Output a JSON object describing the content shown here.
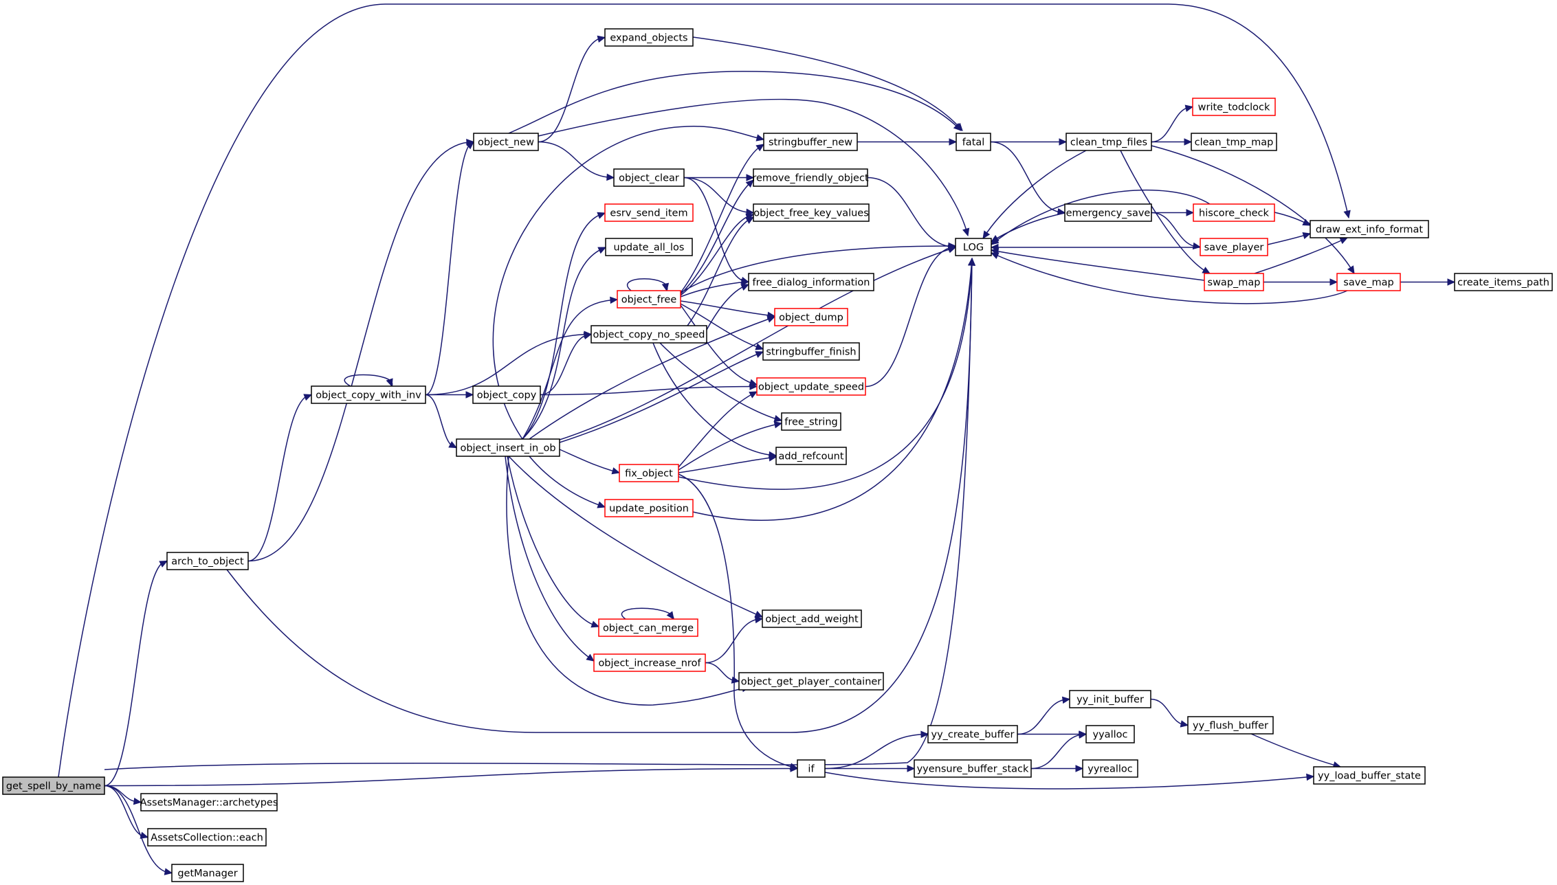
{
  "graph": {
    "colors": {
      "edge": "#191970",
      "highlight_border": "#ff0000",
      "root_fill": "#bfbfbf"
    },
    "nodes": [
      {
        "id": "get_spell_by_name",
        "label": "get_spell_by_name",
        "root": true
      },
      {
        "id": "arch_to_object",
        "label": "arch_to_object"
      },
      {
        "id": "assets_archetypes",
        "label": "AssetsManager::archetypes"
      },
      {
        "id": "assets_each",
        "label": "AssetsCollection::each"
      },
      {
        "id": "getManager",
        "label": "getManager"
      },
      {
        "id": "object_copy_with_inv",
        "label": "object_copy_with_inv"
      },
      {
        "id": "object_new",
        "label": "object_new"
      },
      {
        "id": "object_copy",
        "label": "object_copy"
      },
      {
        "id": "object_insert_in_ob",
        "label": "object_insert_in_ob"
      },
      {
        "id": "expand_objects",
        "label": "expand_objects"
      },
      {
        "id": "object_clear",
        "label": "object_clear"
      },
      {
        "id": "esrv_send_item",
        "label": "esrv_send_item",
        "highlight": true
      },
      {
        "id": "update_all_los",
        "label": "update_all_los"
      },
      {
        "id": "object_free",
        "label": "object_free",
        "highlight": true
      },
      {
        "id": "object_copy_no_speed",
        "label": "object_copy_no_speed"
      },
      {
        "id": "fix_object",
        "label": "fix_object",
        "highlight": true
      },
      {
        "id": "update_position",
        "label": "update_position",
        "highlight": true
      },
      {
        "id": "object_can_merge",
        "label": "object_can_merge",
        "highlight": true
      },
      {
        "id": "object_increase_nrof",
        "label": "object_increase_nrof",
        "highlight": true
      },
      {
        "id": "stringbuffer_new",
        "label": "stringbuffer_new"
      },
      {
        "id": "remove_friendly_object",
        "label": "remove_friendly_object"
      },
      {
        "id": "object_free_key_values",
        "label": "object_free_key_values"
      },
      {
        "id": "free_dialog_information",
        "label": "free_dialog_information"
      },
      {
        "id": "object_dump",
        "label": "object_dump",
        "highlight": true
      },
      {
        "id": "stringbuffer_finish",
        "label": "stringbuffer_finish"
      },
      {
        "id": "object_update_speed",
        "label": "object_update_speed",
        "highlight": true
      },
      {
        "id": "free_string",
        "label": "free_string"
      },
      {
        "id": "add_refcount",
        "label": "add_refcount"
      },
      {
        "id": "object_add_weight",
        "label": "object_add_weight"
      },
      {
        "id": "object_get_player_container",
        "label": "object_get_player_container"
      },
      {
        "id": "if",
        "label": "if"
      },
      {
        "id": "fatal",
        "label": "fatal"
      },
      {
        "id": "LOG",
        "label": "LOG"
      },
      {
        "id": "clean_tmp_files",
        "label": "clean_tmp_files"
      },
      {
        "id": "emergency_save",
        "label": "emergency_save"
      },
      {
        "id": "write_todclock",
        "label": "write_todclock",
        "highlight": true
      },
      {
        "id": "clean_tmp_map",
        "label": "clean_tmp_map"
      },
      {
        "id": "hiscore_check",
        "label": "hiscore_check",
        "highlight": true
      },
      {
        "id": "save_player",
        "label": "save_player",
        "highlight": true
      },
      {
        "id": "swap_map",
        "label": "swap_map",
        "highlight": true
      },
      {
        "id": "draw_ext_info_format",
        "label": "draw_ext_info_format"
      },
      {
        "id": "save_map",
        "label": "save_map",
        "highlight": true
      },
      {
        "id": "create_items_path",
        "label": "create_items_path"
      },
      {
        "id": "yy_create_buffer",
        "label": "yy_create_buffer"
      },
      {
        "id": "yyensure_buffer_stack",
        "label": "yyensure_buffer_stack"
      },
      {
        "id": "yy_init_buffer",
        "label": "yy_init_buffer"
      },
      {
        "id": "yyalloc",
        "label": "yyalloc"
      },
      {
        "id": "yyrealloc",
        "label": "yyrealloc"
      },
      {
        "id": "yy_flush_buffer",
        "label": "yy_flush_buffer"
      },
      {
        "id": "yy_load_buffer_state",
        "label": "yy_load_buffer_state"
      }
    ],
    "edges": [
      [
        "get_spell_by_name",
        "arch_to_object"
      ],
      [
        "get_spell_by_name",
        "draw_ext_info_format"
      ],
      [
        "get_spell_by_name",
        "LOG"
      ],
      [
        "get_spell_by_name",
        "if"
      ],
      [
        "get_spell_by_name",
        "assets_archetypes"
      ],
      [
        "get_spell_by_name",
        "assets_each"
      ],
      [
        "get_spell_by_name",
        "getManager"
      ],
      [
        "arch_to_object",
        "object_new"
      ],
      [
        "arch_to_object",
        "object_copy_with_inv"
      ],
      [
        "arch_to_object",
        "LOG"
      ],
      [
        "object_copy_with_inv",
        "object_copy_with_inv"
      ],
      [
        "object_copy_with_inv",
        "object_new"
      ],
      [
        "object_copy_with_inv",
        "object_copy_no_speed"
      ],
      [
        "object_copy_with_inv",
        "object_copy"
      ],
      [
        "object_copy_with_inv",
        "object_insert_in_ob"
      ],
      [
        "object_new",
        "expand_objects"
      ],
      [
        "object_new",
        "fatal"
      ],
      [
        "object_new",
        "LOG"
      ],
      [
        "object_new",
        "object_clear"
      ],
      [
        "expand_objects",
        "fatal"
      ],
      [
        "object_clear",
        "remove_friendly_object"
      ],
      [
        "object_clear",
        "object_free_key_values"
      ],
      [
        "object_clear",
        "free_dialog_information"
      ],
      [
        "object_copy",
        "object_copy_no_speed"
      ],
      [
        "object_copy",
        "object_update_speed"
      ],
      [
        "object_insert_in_ob",
        "stringbuffer_new"
      ],
      [
        "object_insert_in_ob",
        "esrv_send_item"
      ],
      [
        "object_insert_in_ob",
        "update_all_los"
      ],
      [
        "object_insert_in_ob",
        "object_free"
      ],
      [
        "object_insert_in_ob",
        "object_dump"
      ],
      [
        "object_insert_in_ob",
        "stringbuffer_finish"
      ],
      [
        "object_insert_in_ob",
        "LOG"
      ],
      [
        "object_insert_in_ob",
        "fix_object"
      ],
      [
        "object_insert_in_ob",
        "update_position"
      ],
      [
        "object_insert_in_ob",
        "object_can_merge"
      ],
      [
        "object_insert_in_ob",
        "object_add_weight"
      ],
      [
        "object_insert_in_ob",
        "object_increase_nrof"
      ],
      [
        "object_insert_in_ob",
        "object_get_player_container"
      ],
      [
        "object_free",
        "object_free"
      ],
      [
        "object_free",
        "remove_friendly_object"
      ],
      [
        "object_free",
        "object_free_key_values"
      ],
      [
        "object_free",
        "free_dialog_information"
      ],
      [
        "object_free",
        "object_dump"
      ],
      [
        "object_free",
        "stringbuffer_finish"
      ],
      [
        "object_free",
        "object_update_speed"
      ],
      [
        "object_free",
        "LOG"
      ],
      [
        "object_free",
        "stringbuffer_new"
      ],
      [
        "object_copy_no_speed",
        "object_free_key_values"
      ],
      [
        "object_copy_no_speed",
        "free_string"
      ],
      [
        "object_copy_no_speed",
        "add_refcount"
      ],
      [
        "object_copy_no_speed",
        "free_dialog_information"
      ],
      [
        "fix_object",
        "object_update_speed"
      ],
      [
        "fix_object",
        "free_string"
      ],
      [
        "fix_object",
        "add_refcount"
      ],
      [
        "fix_object",
        "LOG"
      ],
      [
        "fix_object",
        "if"
      ],
      [
        "update_position",
        "LOG"
      ],
      [
        "object_can_merge",
        "object_can_merge"
      ],
      [
        "object_increase_nrof",
        "object_add_weight"
      ],
      [
        "object_increase_nrof",
        "object_get_player_container"
      ],
      [
        "stringbuffer_new",
        "fatal"
      ],
      [
        "remove_friendly_object",
        "LOG"
      ],
      [
        "object_update_speed",
        "LOG"
      ],
      [
        "fatal",
        "clean_tmp_files"
      ],
      [
        "fatal",
        "emergency_save"
      ],
      [
        "clean_tmp_files",
        "write_todclock"
      ],
      [
        "clean_tmp_files",
        "clean_tmp_map"
      ],
      [
        "clean_tmp_files",
        "LOG"
      ],
      [
        "clean_tmp_files",
        "swap_map"
      ],
      [
        "clean_tmp_files",
        "save_map"
      ],
      [
        "emergency_save",
        "LOG"
      ],
      [
        "emergency_save",
        "hiscore_check"
      ],
      [
        "emergency_save",
        "save_player"
      ],
      [
        "hiscore_check",
        "LOG"
      ],
      [
        "hiscore_check",
        "draw_ext_info_format"
      ],
      [
        "save_player",
        "LOG"
      ],
      [
        "save_player",
        "draw_ext_info_format"
      ],
      [
        "swap_map",
        "LOG"
      ],
      [
        "swap_map",
        "save_map"
      ],
      [
        "swap_map",
        "draw_ext_info_format"
      ],
      [
        "save_map",
        "LOG"
      ],
      [
        "save_map",
        "create_items_path"
      ],
      [
        "if",
        "yy_create_buffer"
      ],
      [
        "if",
        "yyensure_buffer_stack"
      ],
      [
        "if",
        "yy_load_buffer_state"
      ],
      [
        "yy_create_buffer",
        "yy_init_buffer"
      ],
      [
        "yy_create_buffer",
        "yyalloc"
      ],
      [
        "yyensure_buffer_stack",
        "yyalloc"
      ],
      [
        "yyensure_buffer_stack",
        "yyrealloc"
      ],
      [
        "yy_init_buffer",
        "yy_flush_buffer"
      ],
      [
        "yy_flush_buffer",
        "yy_load_buffer_state"
      ]
    ]
  }
}
